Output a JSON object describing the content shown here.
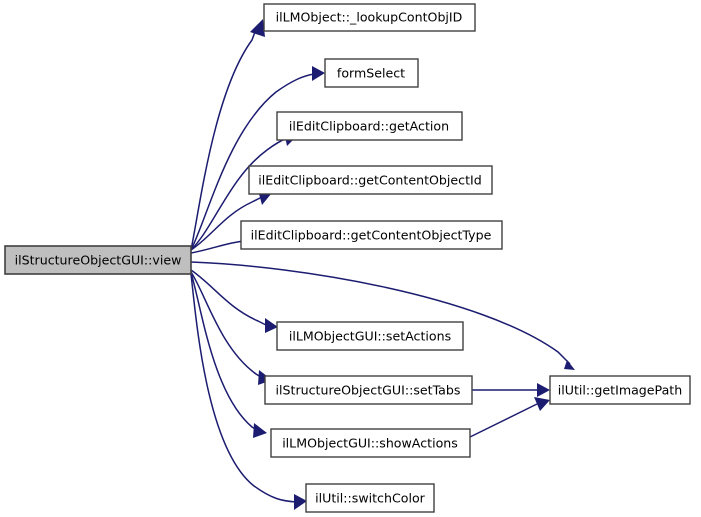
{
  "diagram": {
    "type": "call-graph",
    "title": "ilStructureObjectGUI::view call graph",
    "colors": {
      "edge": "#1c1c70",
      "node_fill": "#ffffff",
      "root_fill": "#bfbfbf",
      "node_border": "#404040",
      "background": "#ffffff",
      "text": "#000000"
    },
    "root": {
      "id": "view",
      "label": "ilStructureObjectGUI::view",
      "highlighted": true
    },
    "nodes": [
      {
        "id": "lookupContObjID",
        "label": "ilLMObject::_lookupContObjID"
      },
      {
        "id": "formSelect",
        "label": "formSelect"
      },
      {
        "id": "getAction",
        "label": "ilEditClipboard::getAction"
      },
      {
        "id": "getContentObjectId",
        "label": "ilEditClipboard::getContentObjectId"
      },
      {
        "id": "getContentObjectType",
        "label": "ilEditClipboard::getContentObjectType"
      },
      {
        "id": "setActions",
        "label": "ilLMObjectGUI::setActions"
      },
      {
        "id": "setTabs",
        "label": "ilStructureObjectGUI::setTabs"
      },
      {
        "id": "showActions",
        "label": "ilLMObjectGUI::showActions"
      },
      {
        "id": "switchColor",
        "label": "ilUtil::switchColor"
      },
      {
        "id": "getImagePath",
        "label": "ilUtil::getImagePath"
      }
    ],
    "edges": [
      {
        "from": "view",
        "to": "lookupContObjID"
      },
      {
        "from": "view",
        "to": "formSelect"
      },
      {
        "from": "view",
        "to": "getAction"
      },
      {
        "from": "view",
        "to": "getContentObjectId"
      },
      {
        "from": "view",
        "to": "getContentObjectType"
      },
      {
        "from": "view",
        "to": "setActions"
      },
      {
        "from": "view",
        "to": "setTabs"
      },
      {
        "from": "view",
        "to": "showActions"
      },
      {
        "from": "view",
        "to": "switchColor"
      },
      {
        "from": "view",
        "to": "getImagePath"
      },
      {
        "from": "setTabs",
        "to": "getImagePath"
      },
      {
        "from": "showActions",
        "to": "getImagePath"
      }
    ]
  }
}
